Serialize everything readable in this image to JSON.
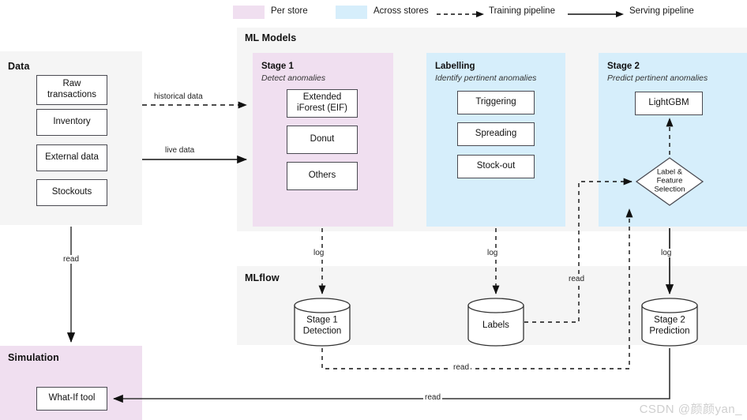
{
  "legend": {
    "items": [
      {
        "type": "swatch",
        "label": "Per store",
        "color": "#f0dff0"
      },
      {
        "type": "swatch",
        "label": "Across stores",
        "color": "#d6eefb"
      },
      {
        "type": "dashed-arrow",
        "label": "Training pipeline",
        "color": "#111111"
      },
      {
        "type": "solid-arrow",
        "label": "Serving pipeline",
        "color": "#111111"
      }
    ]
  },
  "panels": {
    "data": {
      "title": "Data",
      "bg": "#f5f5f5",
      "nodes": [
        {
          "label": "Raw\ntransactions"
        },
        {
          "label": "Inventory"
        },
        {
          "label": "External data"
        },
        {
          "label": "Stockouts"
        }
      ]
    },
    "ml_models": {
      "title": "ML Models",
      "bg": "#f5f5f5",
      "stage1": {
        "title": "Stage 1",
        "caption": "Detect anomalies",
        "bg": "#f0dff0",
        "nodes": [
          {
            "label": "Extended\niForest (EIF)"
          },
          {
            "label": "Donut"
          },
          {
            "label": "Others"
          }
        ]
      },
      "labelling": {
        "title": "Labelling",
        "caption": "Identify pertinent anomalies",
        "bg": "#d6eefb",
        "nodes": [
          {
            "label": "Triggering"
          },
          {
            "label": "Spreading"
          },
          {
            "label": "Stock-out"
          }
        ]
      },
      "stage2": {
        "title": "Stage 2",
        "caption": "Predict pertinent anomalies",
        "bg": "#d6eefb",
        "nodes": [
          {
            "label": "LightGBM"
          }
        ],
        "diamond": {
          "label": "Label &\nFeature\nSelection"
        }
      }
    },
    "mlflow": {
      "title": "MLflow",
      "bg": "#f5f5f5",
      "stores": [
        {
          "label": "Stage 1\nDetection"
        },
        {
          "label": "Labels"
        },
        {
          "label": "Stage 2\nPrediction"
        }
      ]
    },
    "simulation": {
      "title": "Simulation",
      "bg": "#f0dff0",
      "nodes": [
        {
          "label": "What-If tool"
        }
      ]
    }
  },
  "edge_labels": {
    "historical_data": "historical data",
    "live_data": "live data",
    "read_data_to_sim": "read",
    "log_stage1": "log",
    "log_labels": "log",
    "log_stage2": "log",
    "read_labels_to_diamond": "read",
    "read_stage1_to_stage2": "read",
    "read_pred_to_sim": "read"
  },
  "watermark": "CSDN @颜颜yan_"
}
